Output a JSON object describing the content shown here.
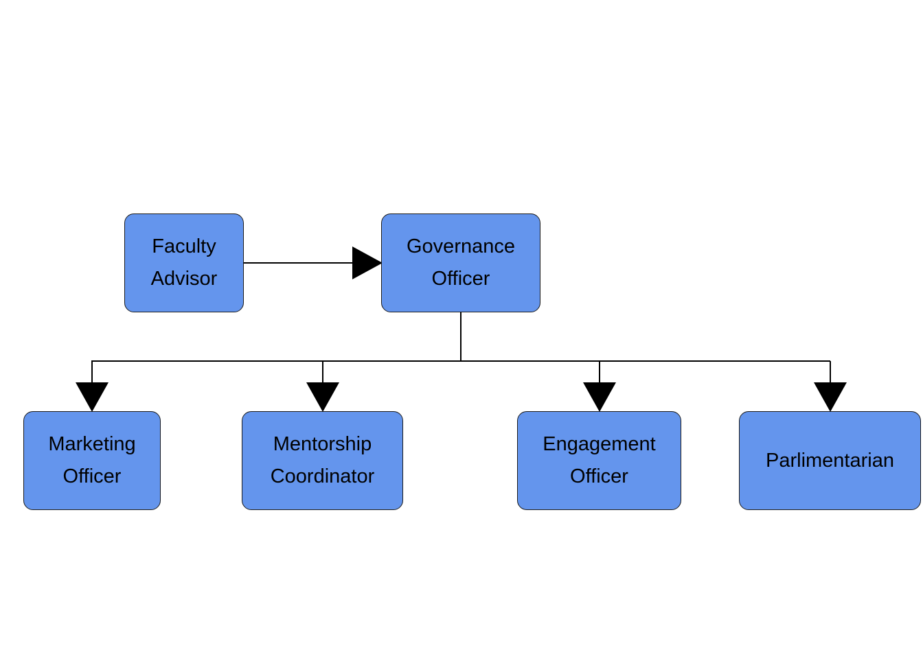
{
  "colors": {
    "node_fill": "#6495ED",
    "node_border": "#1a1a1a",
    "connector": "#000000",
    "background": "#ffffff"
  },
  "nodes": {
    "faculty_advisor": "Faculty\nAdvisor",
    "governance_officer": "Governance\nOfficer",
    "marketing_officer": "Marketing\nOfficer",
    "mentorship_coordinator": "Mentorship\nCoordinator",
    "engagement_officer": "Engagement\nOfficer",
    "parlimentarian": "Parlimentarian"
  },
  "edges": [
    {
      "from": "faculty_advisor",
      "to": "governance_officer"
    },
    {
      "from": "governance_officer",
      "to": "marketing_officer"
    },
    {
      "from": "governance_officer",
      "to": "mentorship_coordinator"
    },
    {
      "from": "governance_officer",
      "to": "engagement_officer"
    },
    {
      "from": "governance_officer",
      "to": "parlimentarian"
    }
  ]
}
